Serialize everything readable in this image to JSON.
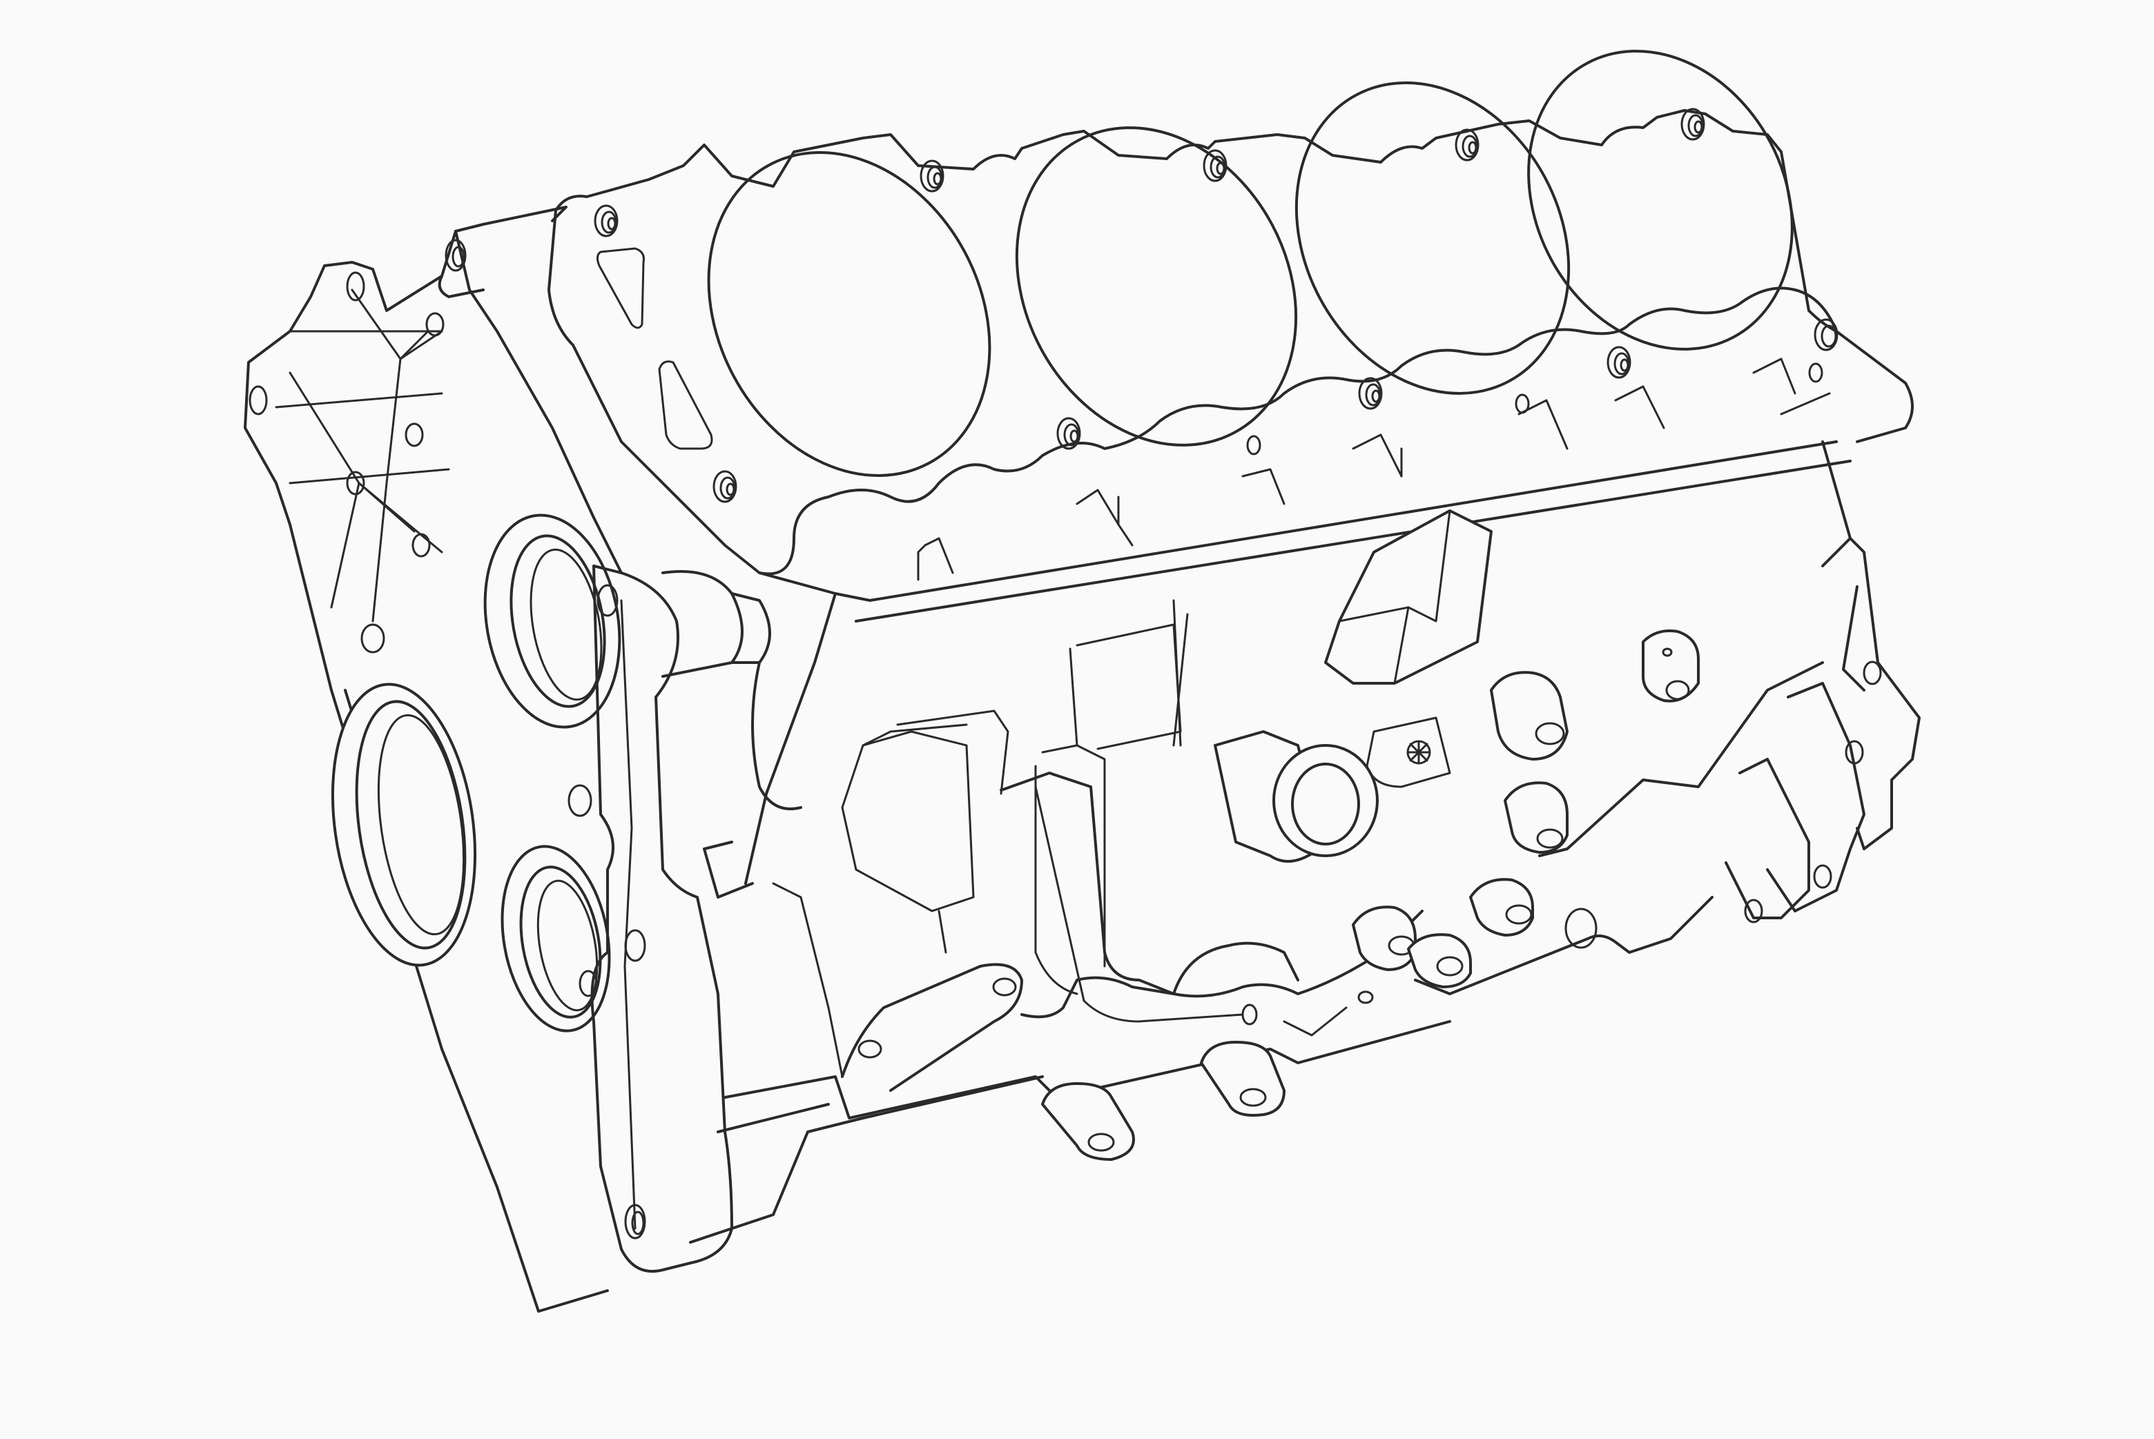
{
  "figure": {
    "subject": "Inline four-cylinder engine block, isometric technical line drawing",
    "style": "black outline line-art on white background",
    "colors": {
      "background": "#fafafa",
      "stroke": "#2a2a2a"
    },
    "components": {
      "cylinder_bores": 4,
      "deck_head_bolt_holes": 10,
      "front_timing_cover_bosses": 3,
      "oil_pan_rail": true,
      "mounting_lugs_right_side": 6
    }
  }
}
